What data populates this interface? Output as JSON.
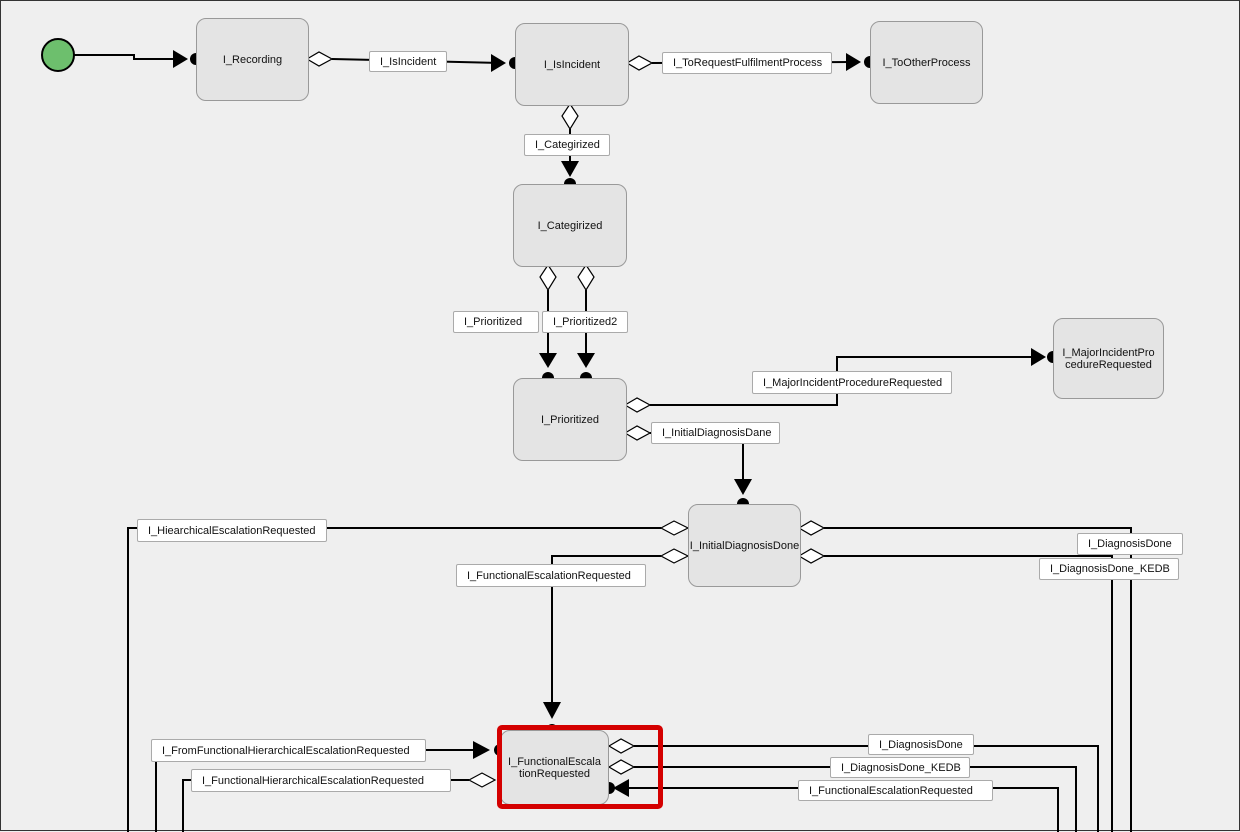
{
  "colors": {
    "start": "#6dbf6d",
    "selection": "#d40000",
    "node": "#e4e4e4",
    "background": "#efefef"
  },
  "nodes": {
    "recording": "I_Recording",
    "is_incident": "I_IsIncident",
    "to_other_process": "I_ToOtherProcess",
    "categirized": "I_Categirized",
    "prioritized": "I_Prioritized",
    "major_incident": "I_MajorIncidentProcedureRequested",
    "initial_diagnosis_done": "I_InitialDiagnosisDone",
    "functional_escalation_requested": "I_FunctionalEscalationRequested"
  },
  "transitions": {
    "is_incident": "I_IsIncident",
    "to_request_fulfilment": "I_ToRequestFulfilmentProcess",
    "categirized": "I_Categirized",
    "prioritized": "I_Prioritized",
    "prioritized2": "I_Prioritized2",
    "major_incident": "I_MajorIncidentProcedureRequested",
    "initial_diagnosis": "I_InitialDiagnosisDane",
    "hierarchical_escalation": "I_HiearchicalEscalationRequested",
    "functional_escalation": "I_FunctionalEscalationRequested",
    "diagnosis_done": "I_DiagnosisDone",
    "diagnosis_done_kedb": "I_DiagnosisDone_KEDB",
    "from_functional_hierarchical": "I_FromFunctionalHierarchicalEscalationRequested",
    "functional_hierarchical": "I_FunctionalHierarchicalEscalationRequested",
    "diagnosis_done_2": "I_DiagnosisDone",
    "diagnosis_done_kedb_2": "I_DiagnosisDone_KEDB",
    "functional_escalation_2": "I_FunctionalEscalationRequested"
  }
}
